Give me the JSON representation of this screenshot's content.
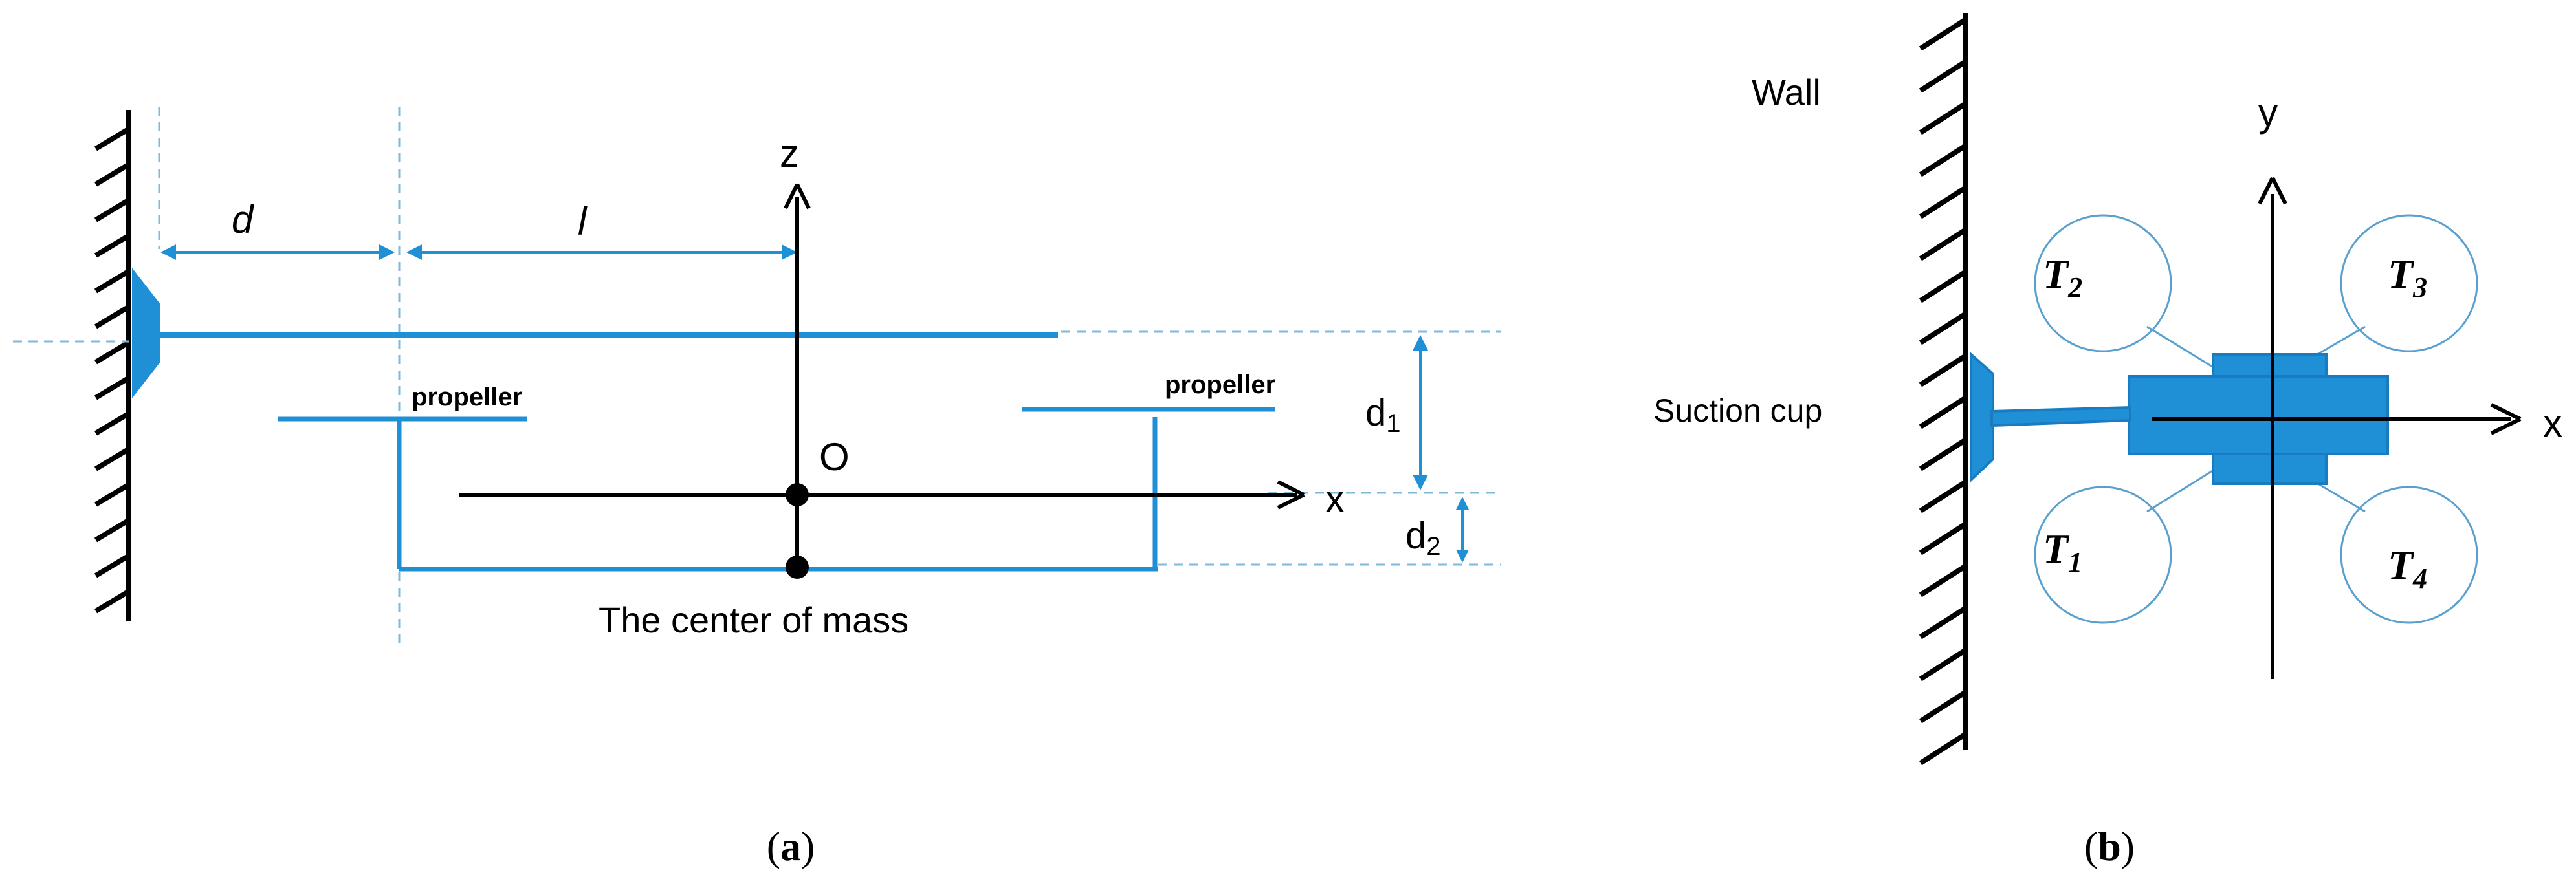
{
  "panel_a": {
    "caption_open": "(",
    "caption_letter": "a",
    "caption_close": ")",
    "label_d": "d",
    "label_l": "l",
    "label_z": "z",
    "label_x": "x",
    "label_o": "O",
    "label_d1_base": "d",
    "label_d1_sub": "1",
    "label_d2_base": "d",
    "label_d2_sub": "2",
    "propeller_left": "propeller",
    "propeller_right": "propeller",
    "center_of_mass": "The center of mass"
  },
  "panel_b": {
    "caption_open": "(",
    "caption_letter": "b",
    "caption_close": ")",
    "label_wall": "Wall",
    "label_suction_cup": "Suction cup",
    "label_y": "y",
    "label_x": "x",
    "thrusts": [
      {
        "base": "T",
        "sub": "2"
      },
      {
        "base": "T",
        "sub": "3"
      },
      {
        "base": "T",
        "sub": "1"
      },
      {
        "base": "T",
        "sub": "4"
      }
    ]
  },
  "colors": {
    "accent_blue": "#1f8fd6",
    "guide_blue": "#7fb9de",
    "circle_blue": "#5aa0cf",
    "ink": "#000000"
  }
}
